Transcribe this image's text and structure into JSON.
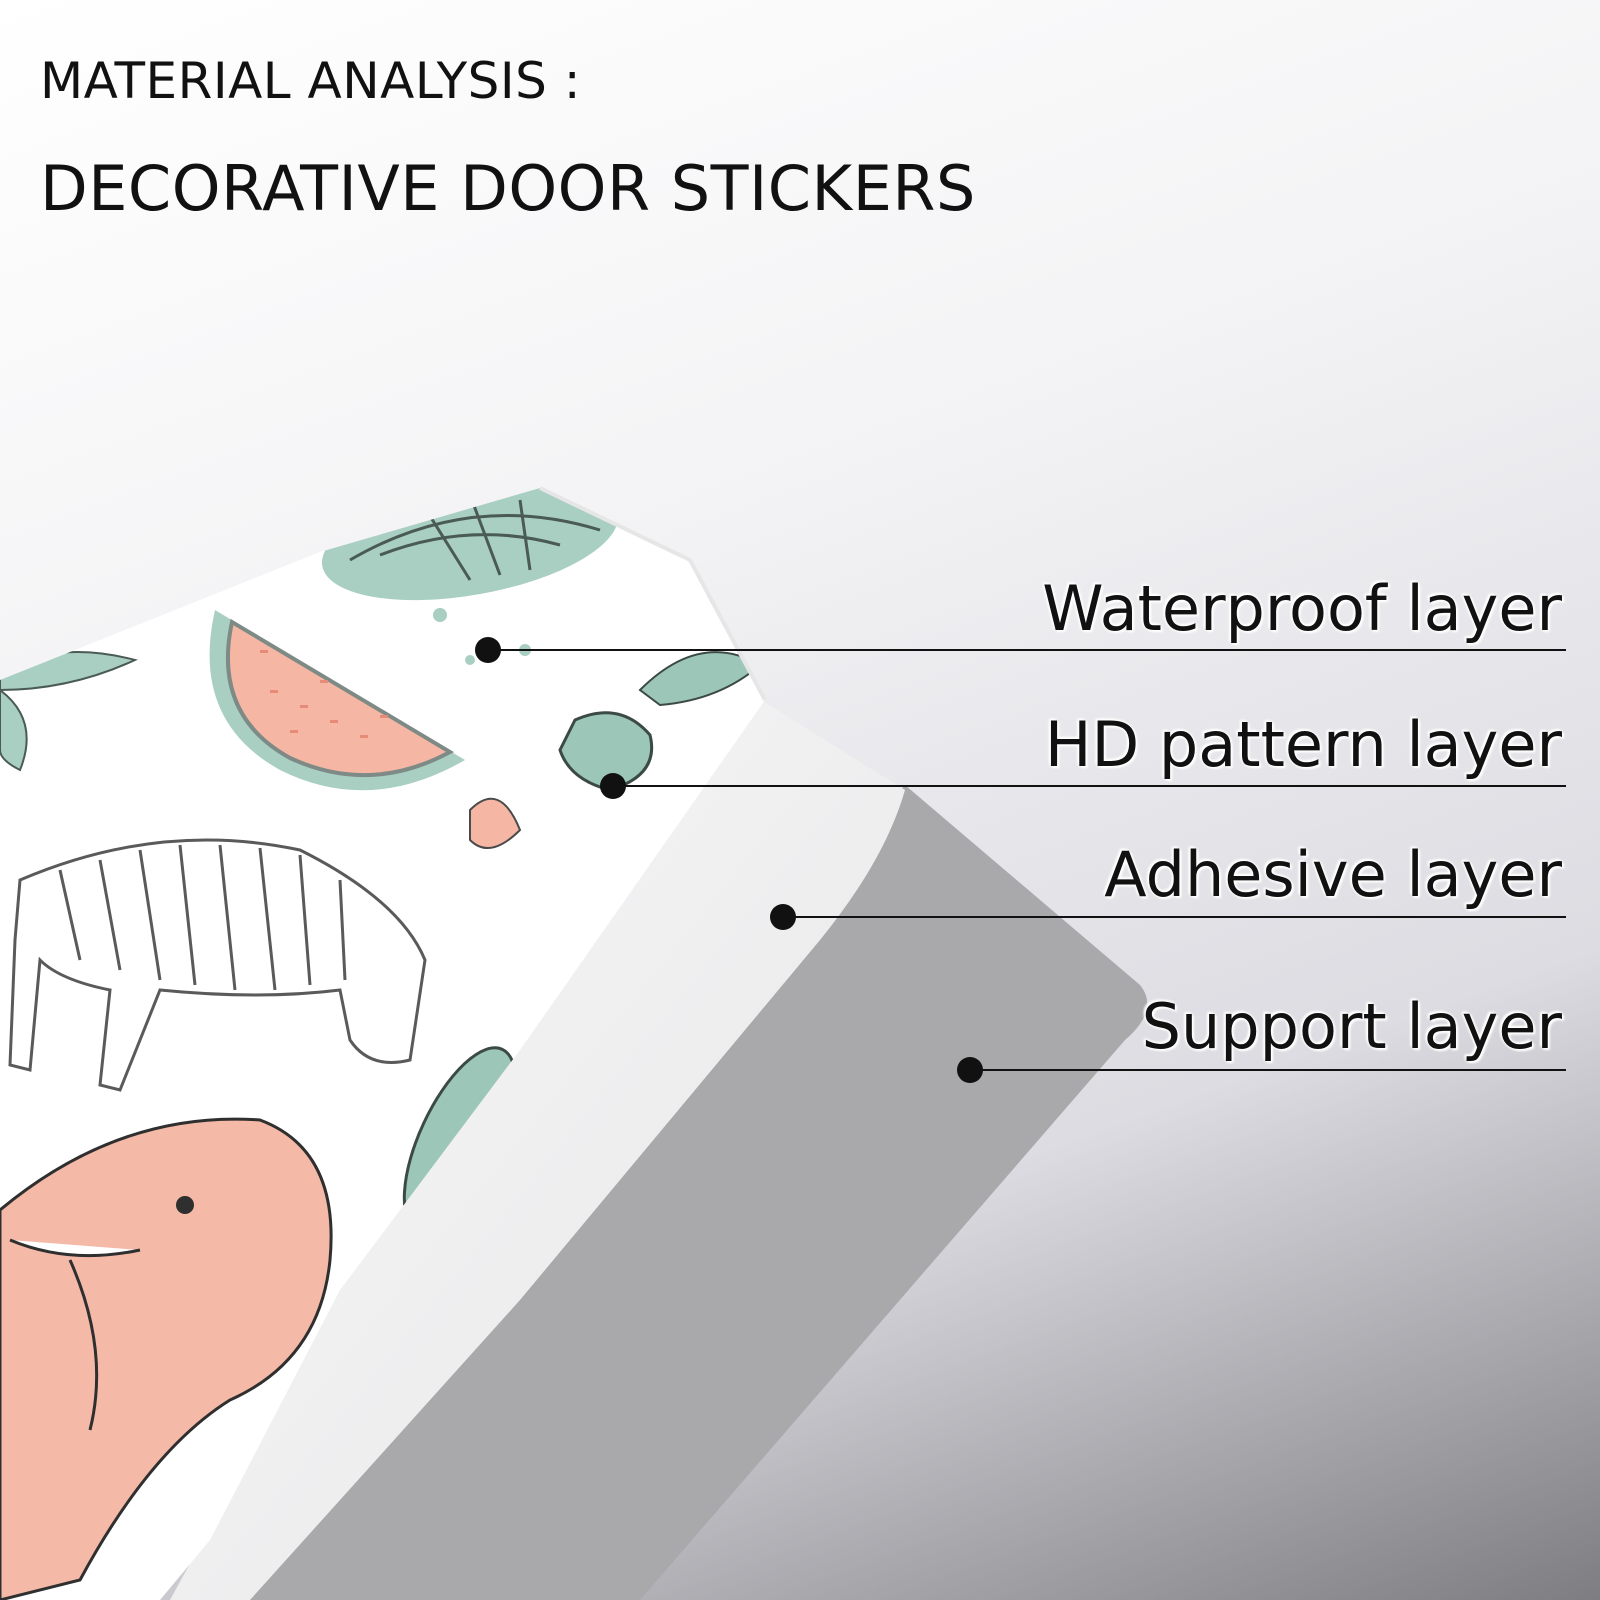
{
  "header": {
    "subtitle": "MATERIAL ANALYSIS :",
    "title": "DECORATIVE DOOR STICKERS"
  },
  "layers": [
    {
      "label": "Waterproof layer"
    },
    {
      "label": "HD pattern layer"
    },
    {
      "label": "Adhesive layer"
    },
    {
      "label": "Support layer"
    }
  ],
  "colors": {
    "text": "#111111",
    "leader_line": "#111111",
    "watermelon_flesh": "#f6b6a4",
    "watermelon_rind": "#a9cfc2",
    "leaf_green": "#9cc6b8",
    "elephant_pink": "#f4b9a7",
    "support_gray": "#a9a9ab",
    "adhesive_white": "#f1f1f1"
  }
}
